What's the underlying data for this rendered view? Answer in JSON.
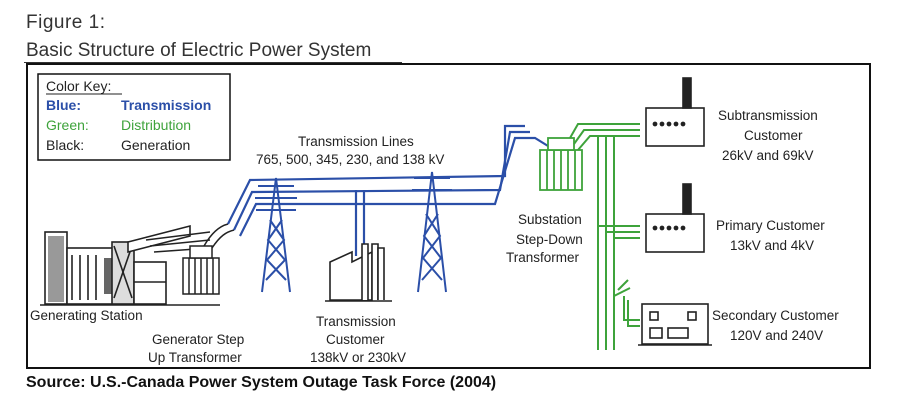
{
  "figure": {
    "number": "Figure 1:",
    "title": "Basic Structure of Electric Power System",
    "source": "Source: U.S.-Canada Power System Outage Task Force (2004)"
  },
  "color_key": {
    "title": "Color Key:",
    "rows": [
      {
        "color_name": "Blue:",
        "meaning": "Transmission"
      },
      {
        "color_name": "Green:",
        "meaning": "Distribution"
      },
      {
        "color_name": "Black:",
        "meaning": "Generation"
      }
    ]
  },
  "labels": {
    "transmission_lines": "Transmission Lines",
    "transmission_voltages": "765, 500, 345, 230, and 138 kV",
    "generating_station": "Generating Station",
    "generator_step_up_1": "Generator Step",
    "generator_step_up_2": "Up Transformer",
    "transmission_customer_1": "Transmission",
    "transmission_customer_2": "Customer",
    "transmission_customer_3": "138kV or 230kV",
    "substation_1": "Substation",
    "substation_2": "Step-Down",
    "substation_3": "Transformer",
    "subtransmission_1": "Subtransmission",
    "subtransmission_2": "Customer",
    "subtransmission_3": "26kV and 69kV",
    "primary_1": "Primary Customer",
    "primary_2": "13kV and 4kV",
    "secondary_1": "Secondary Customer",
    "secondary_2": "120V and 240V"
  },
  "colors": {
    "transmission": "#2b4fa8",
    "distribution": "#3ea33b",
    "generation": "#222222"
  }
}
